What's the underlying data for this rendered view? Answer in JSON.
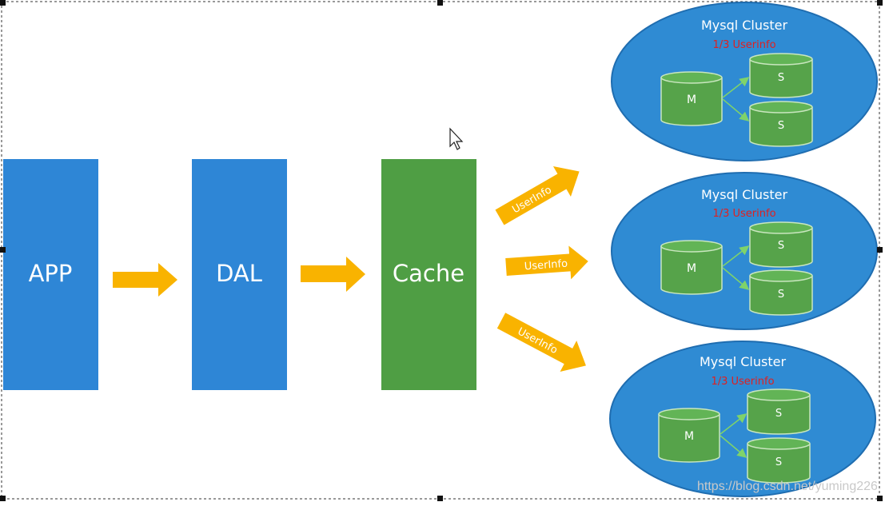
{
  "flow": {
    "app": "APP",
    "dal": "DAL",
    "cache": "Cache"
  },
  "arrow_labels": [
    "UserInfo",
    "UserInfo",
    "UserInfo"
  ],
  "clusters": [
    {
      "title": "Mysql Cluster",
      "subtitle": "1/3 Userinfo",
      "master": "M",
      "slaves": [
        "S",
        "S"
      ]
    },
    {
      "title": "Mysql Cluster",
      "subtitle": "1/3 Userinfo",
      "master": "M",
      "slaves": [
        "S",
        "S"
      ]
    },
    {
      "title": "Mysql Cluster",
      "subtitle": "1/3 Userinfo",
      "master": "M",
      "slaves": [
        "S",
        "S"
      ]
    }
  ],
  "watermark": "https://blog.csdn.net/yuming226",
  "colors": {
    "blue_box": "#2e86d6",
    "green_box": "#4f9e44",
    "arrow": "#f9b300",
    "cluster_fill": "#2f8bd3",
    "cluster_stroke": "#1f6db0",
    "db_fill": "#56a34a",
    "db_stroke": "#c9e6bf",
    "subtitle": "#e02020"
  }
}
